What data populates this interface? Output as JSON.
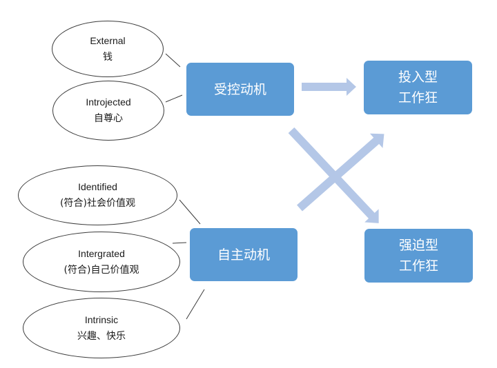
{
  "colors": {
    "box_fill": "#5b9bd5",
    "box_text": "#ffffff",
    "arrow_fill": "#b4c7e7",
    "connector_line": "#3a3a3a",
    "ellipse_border": "#3a3a3a"
  },
  "controlled_group": {
    "motivation_box": {
      "label": "受控动机"
    },
    "sources": [
      {
        "en": "External",
        "zh": "钱"
      },
      {
        "en": "Introjected",
        "zh": "自尊心"
      }
    ]
  },
  "autonomous_group": {
    "motivation_box": {
      "label": "自主动机"
    },
    "sources": [
      {
        "en": "Identified",
        "zh": "(符合)社会价值观"
      },
      {
        "en": "Intergrated",
        "zh": "(符合)自己价值观"
      },
      {
        "en": "Intrinsic",
        "zh": "兴趣、快乐"
      }
    ]
  },
  "outcomes": {
    "engaged": {
      "line1": "投入型",
      "line2": "工作狂"
    },
    "compulsive": {
      "line1": "强迫型",
      "line2": "工作狂"
    }
  },
  "arrows": [
    {
      "from": "受控动机",
      "to": "投入型工作狂"
    },
    {
      "from": "受控动机",
      "to": "强迫型工作狂"
    },
    {
      "from": "自主动机",
      "to": "投入型工作狂"
    }
  ]
}
